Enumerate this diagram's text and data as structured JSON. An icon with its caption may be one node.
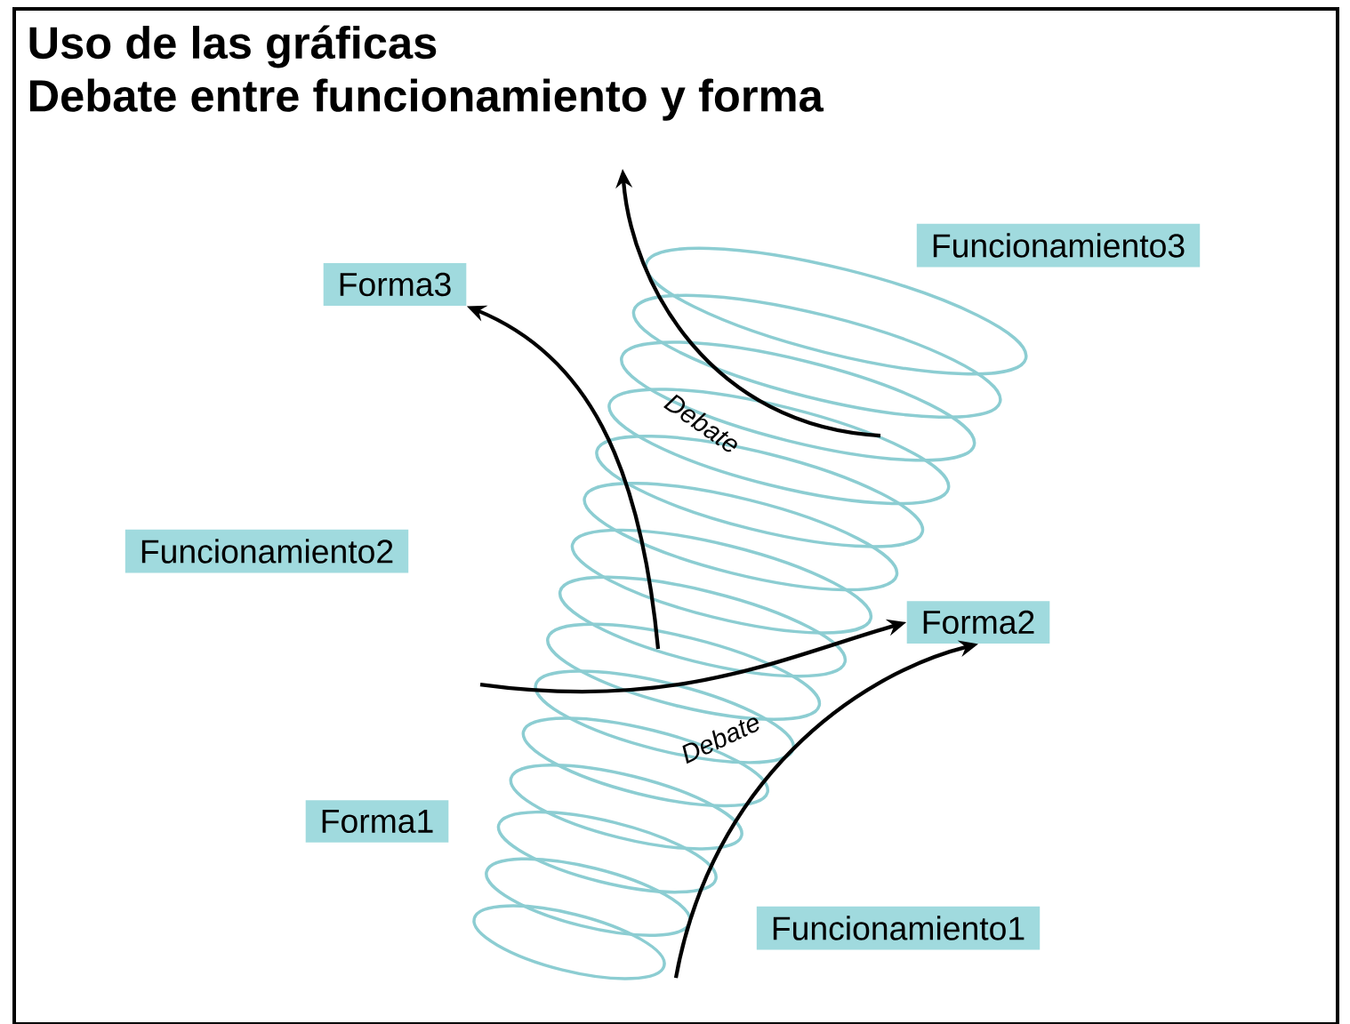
{
  "diagram": {
    "title": "Uso de las gráficas",
    "nodes": [
      {
        "text": [
          "Forma3"
        ]
      },
      {
        "text": [
          "Funcionamiento3"
        ]
      },
      {
        "text": [
          "Funcionamiento2"
        ]
      },
      {
        "text": [
          "Forma2"
        ]
      },
      {
        "text": [
          "Forma1"
        ]
      },
      {
        "text": [
          "Funcionamiento1"
        ]
      }
    ],
    "edges": [
      {
        "from": null,
        "to": 0,
        "arrow": "to"
      },
      {
        "from": null,
        "to": 3,
        "arrow": "to"
      },
      {
        "from": null,
        "to": 3,
        "arrow": "to"
      }
    ],
    "labels": [
      "Debate entre funcionamiento y forma",
      "Debate",
      "Debate"
    ]
  }
}
